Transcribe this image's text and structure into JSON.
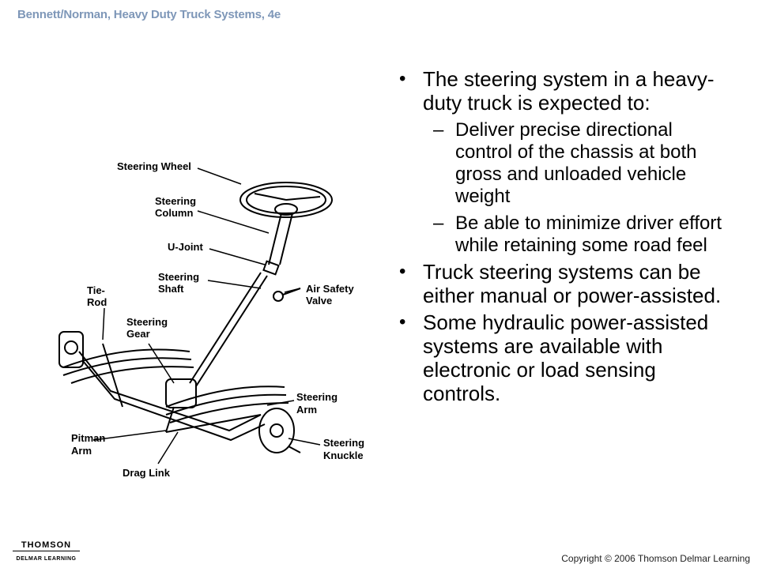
{
  "header": {
    "title": "Bennett/Norman, Heavy Duty Truck Systems, 4e"
  },
  "bullets": [
    {
      "text": "The steering system in a heavy-duty truck is expected to:",
      "subs": [
        "Deliver precise directional control of the chassis at both gross and unloaded vehicle weight",
        "Be able to minimize driver effort while retaining some road feel"
      ]
    },
    {
      "text": "Truck steering systems can be either manual or power-assisted."
    },
    {
      "text": "Some hydraulic power-assisted systems are available with electronic or load sensing controls."
    }
  ],
  "diagram": {
    "labels": {
      "steering_wheel": "Steering Wheel",
      "steering_column_1": "Steering",
      "steering_column_2": "Column",
      "u_joint": "U-Joint",
      "steering_shaft_1": "Steering",
      "steering_shaft_2": "Shaft",
      "tie_rod_1": "Tie-",
      "tie_rod_2": "Rod",
      "air_safety_valve_1": "Air Safety",
      "air_safety_valve_2": "Valve",
      "steering_gear_1": "Steering",
      "steering_gear_2": "Gear",
      "steering_arm_1": "Steering",
      "steering_arm_2": "Arm",
      "pitman_arm_1": "Pitman",
      "pitman_arm_2": "Arm",
      "steering_knuckle_1": "Steering",
      "steering_knuckle_2": "Knuckle",
      "drag_link": "Drag Link"
    }
  },
  "footer": {
    "logo_top": "THOMSON",
    "logo_bottom": "DELMAR LEARNING",
    "copyright": "Copyright © 2006 Thomson Delmar Learning"
  }
}
